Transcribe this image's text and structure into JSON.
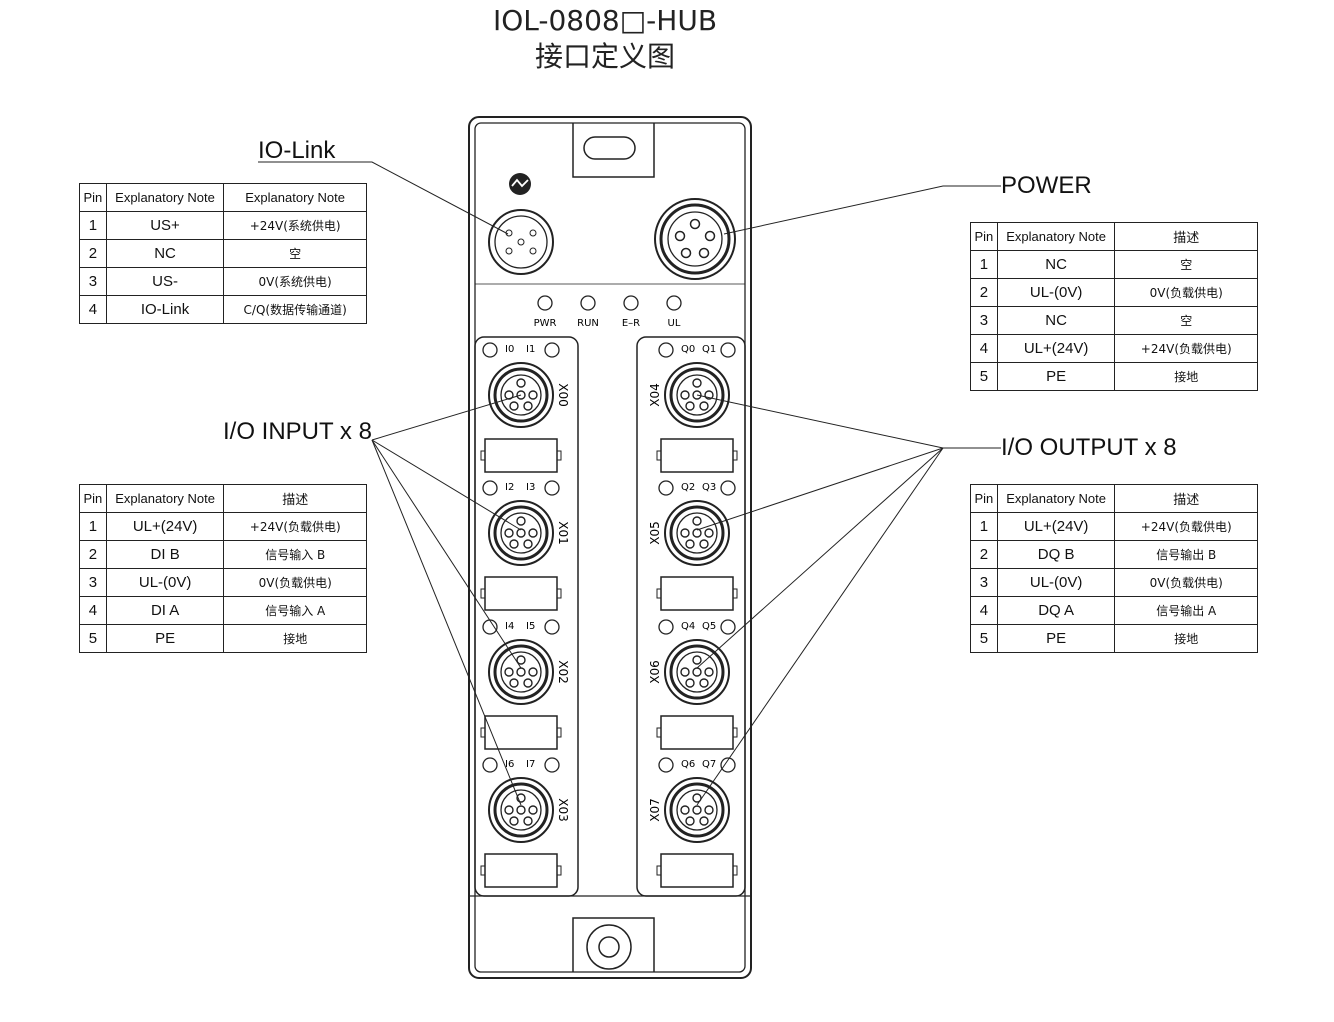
{
  "title": {
    "line1": "IOL-0808□-HUB",
    "line2": "接口定义图"
  },
  "callouts": {
    "iolink": "IO-Link",
    "power": "POWER",
    "input": "I/O INPUT x 8",
    "output": "I/O OUTPUT x 8"
  },
  "leds": [
    "PWR",
    "RUN",
    "E–R",
    "UL"
  ],
  "ports_in": [
    "X00",
    "X01",
    "X02",
    "X03"
  ],
  "ports_out": [
    "X04",
    "X05",
    "X06",
    "X07"
  ],
  "io_labels_in": [
    "I0",
    "I1",
    "I2",
    "I3",
    "I4",
    "I5",
    "I6",
    "I7"
  ],
  "io_labels_out": [
    "Q0",
    "Q1",
    "Q2",
    "Q3",
    "Q4",
    "Q5",
    "Q6",
    "Q7"
  ],
  "tables": {
    "iolink": {
      "headers": [
        "Pin",
        "Explanatory Note",
        "Explanatory Note"
      ],
      "rows": [
        [
          "1",
          "US+",
          "+24V(系统供电)"
        ],
        [
          "2",
          "NC",
          "空"
        ],
        [
          "3",
          "US-",
          "0V(系统供电)"
        ],
        [
          "4",
          "IO-Link",
          "C/Q(数据传输通道)"
        ]
      ]
    },
    "power": {
      "headers": [
        "Pin",
        "Explanatory Note",
        "描述"
      ],
      "rows": [
        [
          "1",
          "NC",
          "空"
        ],
        [
          "2",
          "UL-(0V)",
          "0V(负载供电)"
        ],
        [
          "3",
          "NC",
          "空"
        ],
        [
          "4",
          "UL+(24V)",
          "+24V(负载供电)"
        ],
        [
          "5",
          "PE",
          "接地"
        ]
      ]
    },
    "input": {
      "headers": [
        "Pin",
        "Explanatory Note",
        "描述"
      ],
      "rows": [
        [
          "1",
          "UL+(24V)",
          "+24V(负载供电)"
        ],
        [
          "2",
          "DI B",
          "信号输入 B"
        ],
        [
          "3",
          "UL-(0V)",
          "0V(负载供电)"
        ],
        [
          "4",
          "DI A",
          "信号输入 A"
        ],
        [
          "5",
          "PE",
          "接地"
        ]
      ]
    },
    "output": {
      "headers": [
        "Pin",
        "Explanatory Note",
        "描述"
      ],
      "rows": [
        [
          "1",
          "UL+(24V)",
          "+24V(负载供电)"
        ],
        [
          "2",
          "DQ B",
          "信号输出 B"
        ],
        [
          "3",
          "UL-(0V)",
          "0V(负载供电)"
        ],
        [
          "4",
          "DQ A",
          "信号输出 A"
        ],
        [
          "5",
          "PE",
          "接地"
        ]
      ]
    }
  }
}
